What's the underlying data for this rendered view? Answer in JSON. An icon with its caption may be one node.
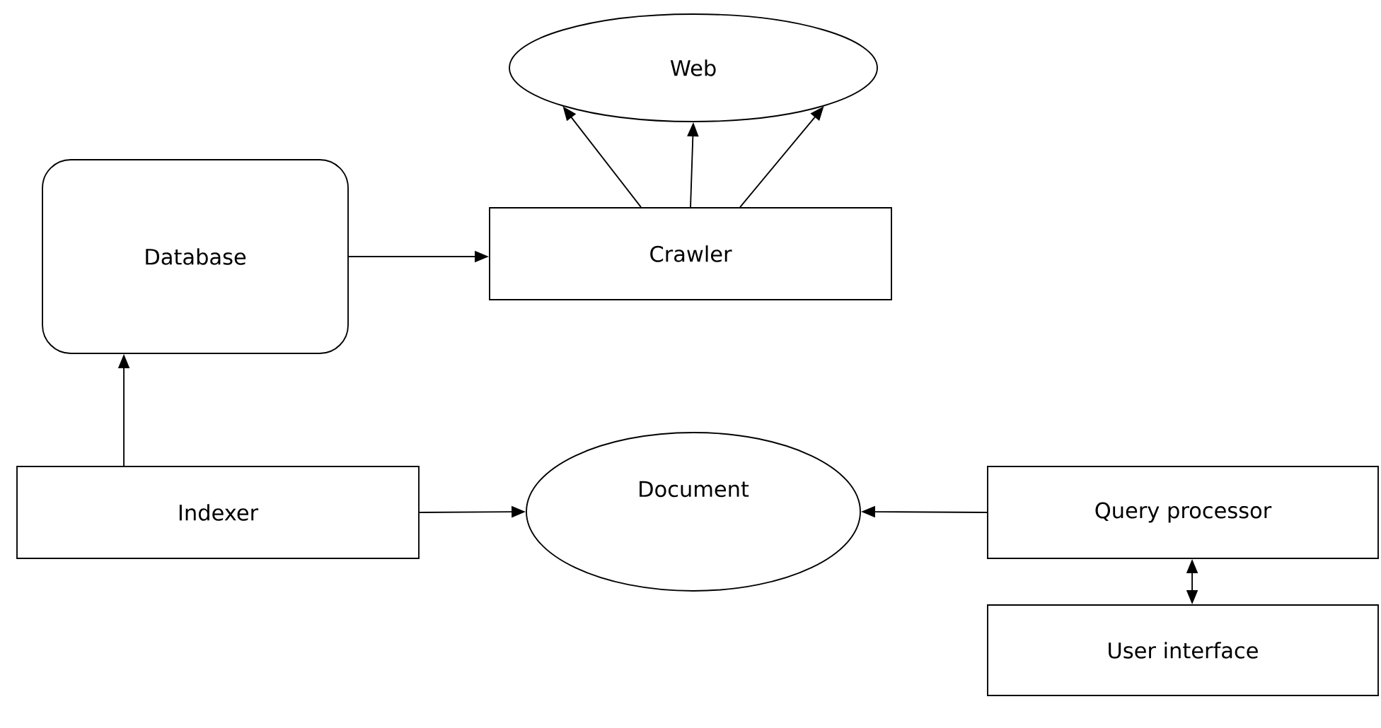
{
  "diagram": {
    "nodes": [
      {
        "text": [
          "Web"
        ]
      },
      {
        "text": [
          "Database"
        ]
      },
      {
        "text": [
          "Crawler"
        ]
      },
      {
        "text": [
          "Indexer"
        ]
      },
      {
        "text": [
          "Document"
        ]
      },
      {
        "text": [
          "Query processor"
        ]
      },
      {
        "text": [
          "User interface"
        ]
      }
    ],
    "edges": [
      {
        "from": 2,
        "to": 0,
        "arrow": "to"
      },
      {
        "from": 2,
        "to": 0,
        "arrow": "to"
      },
      {
        "from": 2,
        "to": 0,
        "arrow": "to"
      },
      {
        "from": 1,
        "to": 2,
        "arrow": "to"
      },
      {
        "from": 3,
        "to": 1,
        "arrow": "to"
      },
      {
        "from": 3,
        "to": 4,
        "arrow": "to"
      },
      {
        "from": 5,
        "to": 4,
        "arrow": "to"
      },
      {
        "from": 5,
        "to": 6,
        "arrow": "both"
      }
    ]
  }
}
